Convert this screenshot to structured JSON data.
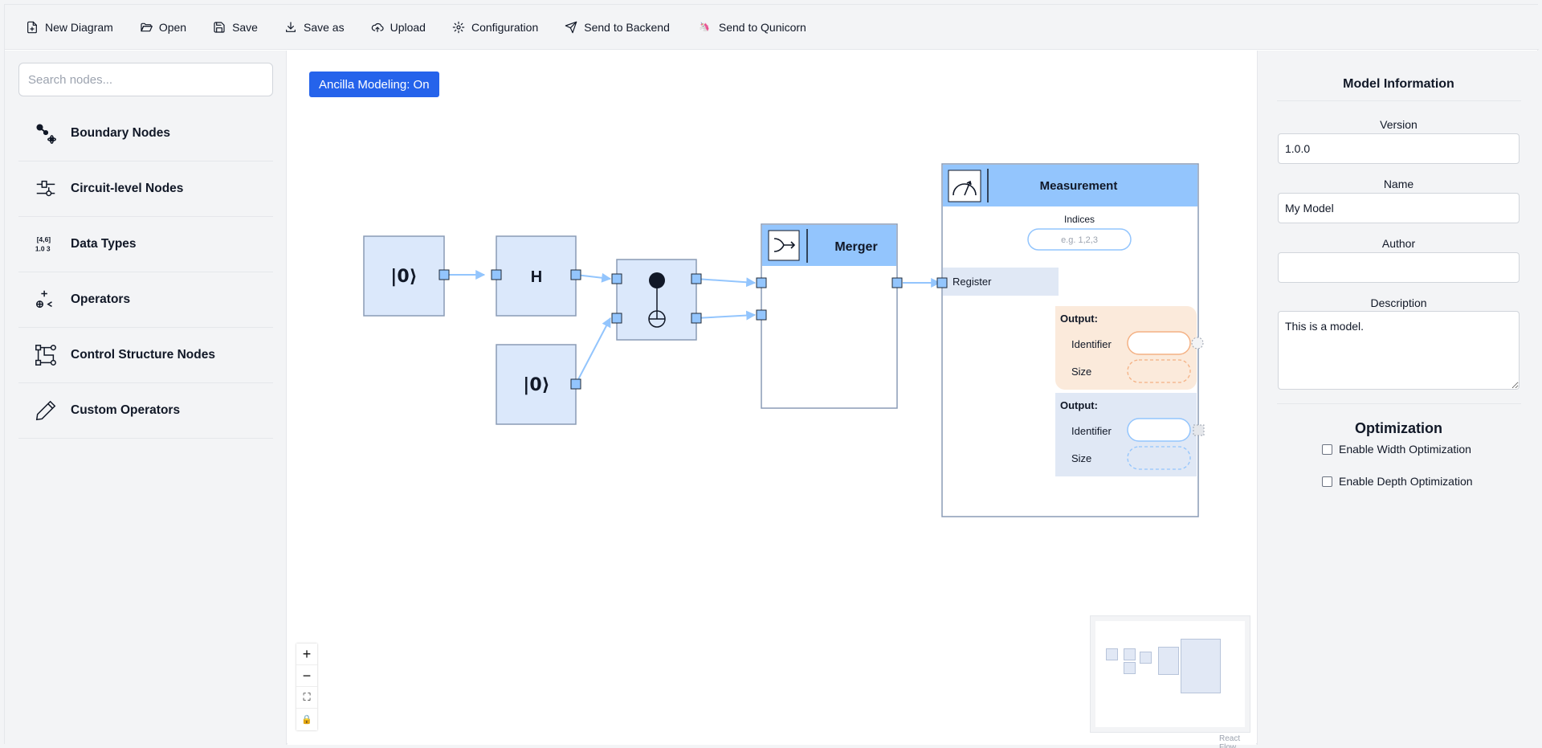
{
  "toolbar": {
    "items": [
      {
        "label": "New Diagram",
        "icon": "file-plus-icon"
      },
      {
        "label": "Open",
        "icon": "folder-open-icon"
      },
      {
        "label": "Save",
        "icon": "save-icon"
      },
      {
        "label": "Save as",
        "icon": "download-icon"
      },
      {
        "label": "Upload",
        "icon": "cloud-upload-icon"
      },
      {
        "label": "Configuration",
        "icon": "gear-icon"
      },
      {
        "label": "Send to Backend",
        "icon": "send-icon"
      },
      {
        "label": "Send to Qunicorn",
        "icon": "qunicorn-logo"
      }
    ]
  },
  "sidebar": {
    "search_placeholder": "Search nodes...",
    "categories": [
      {
        "label": "Boundary Nodes",
        "icon": "gears-atom-icon"
      },
      {
        "label": "Circuit-level Nodes",
        "icon": "circuit-icon"
      },
      {
        "label": "Data Types",
        "icon": "data-types-icon"
      },
      {
        "label": "Operators",
        "icon": "operators-icon"
      },
      {
        "label": "Control Structure Nodes",
        "icon": "control-structure-icon"
      },
      {
        "label": "Custom Operators",
        "icon": "pencil-icon"
      }
    ]
  },
  "canvas": {
    "ancilla_label": "Ancilla Modeling: On",
    "nodes": {
      "ket0_a": "|0⟩",
      "hadamard": "H",
      "ket0_b": "|0⟩",
      "merger_title": "Merger",
      "measurement_title": "Measurement",
      "indices_label": "Indices",
      "indices_placeholder": "e.g. 1,2,3",
      "register_label": "Register",
      "output1_title": "Output:",
      "output1_identifier": "Identifier",
      "output1_size": "Size",
      "output2_title": "Output:",
      "output2_identifier": "Identifier",
      "output2_size": "Size"
    },
    "controls": {
      "zoom_in": "+",
      "zoom_out": "−",
      "fit": "⛶",
      "lock": "🔒"
    },
    "attribution": "React Flow"
  },
  "panel": {
    "title": "Model Information",
    "version_label": "Version",
    "version_value": "1.0.0",
    "name_label": "Name",
    "name_value": "My Model",
    "author_label": "Author",
    "author_value": "",
    "description_label": "Description",
    "description_value": "This is a model.",
    "optimization_title": "Optimization",
    "width_opt_label": "Enable Width Optimization",
    "depth_opt_label": "Enable Depth Optimization"
  },
  "colors": {
    "accent": "#2563eb",
    "node_fill": "#dbe8fb",
    "node_border": "#8a9bb5",
    "node_header": "#93c5fd",
    "handle": "#93c5fd",
    "edge": "#93c5fd",
    "output_orange_bg": "#fbeadb",
    "output_blue_bg": "#e0e8f5"
  }
}
